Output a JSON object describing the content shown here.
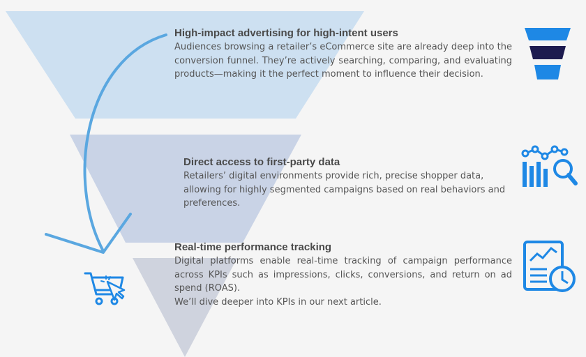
{
  "stages": [
    {
      "title": "High-impact advertising for high-intent users",
      "body": "Audiences browsing a retailer’s eCommerce site are already deep into the conversion funnel. They’re actively searching, comparing, and evaluating products—making it the perfect moment to influence their decision.",
      "icon": "funnel-icon"
    },
    {
      "title": "Direct access to first-party data",
      "body": "Retailers’ digital environments provide rich, precise shopper data, allowing for highly segmented campaigns based on real behaviors and preferences.",
      "icon": "analytics-search-icon"
    },
    {
      "title": "Real-time performance tracking",
      "body": "Digital platforms enable real-time tracking of campaign performance across KPIs such as impressions, clicks, conversions, and return on ad spend (ROAS).",
      "body2": "We’ll dive deeper into KPIs in our next article.",
      "icon": "report-clock-icon"
    }
  ],
  "cart_icon": "shopping-cart-click-icon",
  "colors": {
    "funnel_top": "#cde0f1",
    "funnel_mid": "#c9d3e6",
    "funnel_bottom": "#cfd3de",
    "arrow": "#5aa7e0",
    "icon_blue": "#1e88e5",
    "icon_navy": "#1d1b4f",
    "title": "#4a4a4a",
    "body": "#555555"
  }
}
